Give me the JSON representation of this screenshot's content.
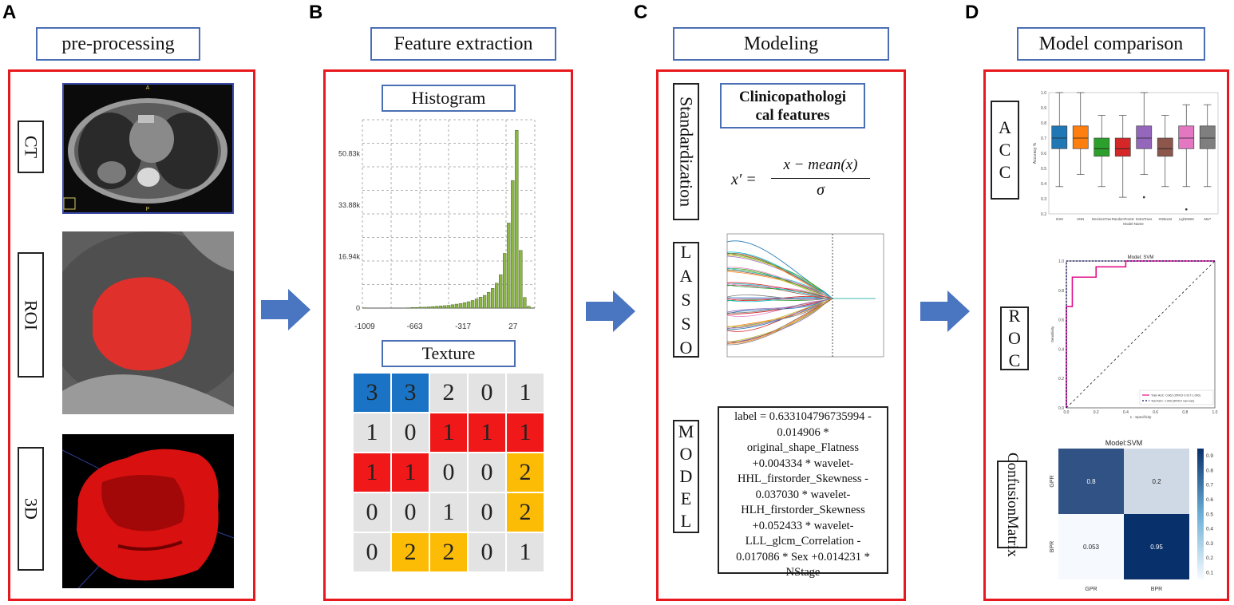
{
  "panels": {
    "a": {
      "letter": "A",
      "title": "pre-processing",
      "labels": [
        "CT",
        "ROI",
        "3D"
      ]
    },
    "b": {
      "letter": "B",
      "title": "Feature extraction",
      "histogram_title": "Histogram",
      "texture_title": "Texture"
    },
    "c": {
      "letter": "C",
      "title": "Modeling",
      "standardization": "Standardization",
      "clin_line1": "Clinicopathologi",
      "clin_line2": "cal features",
      "formula_lhs": "x′ =",
      "formula_num": "x − mean(x)",
      "formula_den": "σ",
      "lasso": [
        "L",
        "A",
        "S",
        "S",
        "O"
      ],
      "model": [
        "M",
        "O",
        "D",
        "E",
        "L"
      ]
    },
    "d": {
      "letter": "D",
      "title": "Model comparison",
      "acc": [
        "A",
        "C",
        "C"
      ],
      "roc": [
        "R",
        "O",
        "C"
      ],
      "cm_line1": "Confusion",
      "cm_line2": "Matrix"
    }
  },
  "model_equation": [
    "label = 0.633104796735994  -",
    "0.014906 *",
    "original_shape_Flatness",
    "+0.004334 * wavelet-",
    "HHL_firstorder_Skewness -",
    "0.037030 * wavelet-",
    "HLH_firstorder_Skewness",
    "+0.052433 * wavelet-",
    "LLL_glcm_Correlation -",
    "0.017086 * Sex +0.014231 *",
    "NStage"
  ],
  "texture": {
    "values": [
      [
        3,
        3,
        2,
        0,
        1
      ],
      [
        1,
        0,
        1,
        1,
        1
      ],
      [
        1,
        1,
        0,
        0,
        2
      ],
      [
        0,
        0,
        1,
        0,
        2
      ],
      [
        0,
        2,
        2,
        0,
        1
      ]
    ],
    "colors": {
      "3": "#1a73c4",
      "1_red": "#f01818",
      "2_yellow": "#fcbc05",
      "default": "#e3e3e3"
    },
    "highlight": [
      [
        "blue",
        "blue",
        "",
        "",
        ""
      ],
      [
        "",
        "",
        "red",
        "red",
        "red"
      ],
      [
        "red",
        "red",
        "",
        "",
        "yellow"
      ],
      [
        "",
        "",
        "",
        "",
        "yellow"
      ],
      [
        "",
        "yellow",
        "yellow",
        "",
        ""
      ]
    ]
  },
  "chart_data": [
    {
      "type": "bar",
      "title": "Histogram",
      "y_ticks": [
        "0",
        "16.94k",
        "33.88k",
        "50.83k"
      ],
      "x_ticks": [
        "-1009",
        "-663",
        "-317",
        "27"
      ],
      "ylim": [
        0,
        62000
      ],
      "bar_color": "#8ab843",
      "values": [
        100,
        0,
        0,
        0,
        0,
        0,
        0,
        0,
        0,
        0,
        0,
        100,
        200,
        200,
        300,
        300,
        400,
        500,
        600,
        700,
        800,
        900,
        1100,
        1300,
        1500,
        1800,
        2100,
        2500,
        3000,
        3600,
        4200,
        5200,
        6500,
        8200,
        11000,
        18000,
        28000,
        42000,
        58500,
        19000,
        3500,
        600,
        100
      ]
    },
    {
      "type": "box",
      "ylabel": "Accuracy %",
      "xlabel": "Model Name",
      "ylim": [
        0.2,
        1.0
      ],
      "y_ticks": [
        "0.2",
        "0.3",
        "0.4",
        "0.5",
        "0.6",
        "0.7",
        "0.8",
        "0.9",
        "1.0"
      ],
      "categories": [
        "SVM",
        "KNN",
        "DecisionTree",
        "RandomForest",
        "ExtraTrees",
        "XGBoost",
        "LightGBM",
        "MLP"
      ],
      "colors": [
        "#1f77b4",
        "#ff7f0e",
        "#2ca02c",
        "#d62728",
        "#9467bd",
        "#8c564b",
        "#e377c2",
        "#7f7f7f"
      ],
      "boxes": [
        {
          "min": 0.38,
          "q1": 0.63,
          "median": 0.7,
          "q3": 0.78,
          "max": 1.0
        },
        {
          "min": 0.46,
          "q1": 0.63,
          "median": 0.7,
          "q3": 0.78,
          "max": 1.0
        },
        {
          "min": 0.38,
          "q1": 0.58,
          "median": 0.63,
          "q3": 0.7,
          "max": 0.85
        },
        {
          "min": 0.31,
          "q1": 0.58,
          "median": 0.63,
          "q3": 0.7,
          "max": 0.85
        },
        {
          "min": 0.46,
          "q1": 0.63,
          "median": 0.7,
          "q3": 0.78,
          "max": 1.0,
          "outliers": [
            0.31
          ]
        },
        {
          "min": 0.38,
          "q1": 0.58,
          "median": 0.63,
          "q3": 0.7,
          "max": 0.85
        },
        {
          "min": 0.38,
          "q1": 0.63,
          "median": 0.7,
          "q3": 0.78,
          "max": 0.92,
          "outliers": [
            0.23
          ]
        },
        {
          "min": 0.38,
          "q1": 0.63,
          "median": 0.7,
          "q3": 0.78,
          "max": 0.92
        }
      ]
    },
    {
      "type": "line",
      "title": "Model: SVM",
      "xlabel": "1 - Specificity",
      "ylabel": "Sensitivity",
      "xlim": [
        0,
        1
      ],
      "ylim": [
        0,
        1
      ],
      "x_ticks": [
        "0.0",
        "0.2",
        "0.4",
        "0.6",
        "0.8",
        "1.0"
      ],
      "y_ticks": [
        "0.0",
        "0.2",
        "0.4",
        "0.6",
        "0.8",
        "1.0"
      ],
      "series": [
        {
          "name": "Train AUC: 0.962 (95%CI 0.917-1.000)",
          "color": "#e0118a",
          "x": [
            0,
            0,
            0.04,
            0.04,
            0.2,
            0.2,
            0.4,
            0.4,
            1
          ],
          "y": [
            0,
            0.69,
            0.69,
            0.89,
            0.89,
            0.96,
            0.96,
            1,
            1
          ]
        },
        {
          "name": "Test AUC: 1.000 (95%CI nan-nan)",
          "color": "#0b0b60",
          "x": [
            0,
            0,
            1
          ],
          "y": [
            0,
            1,
            1
          ]
        }
      ]
    },
    {
      "type": "heatmap",
      "title": "Model:SVM",
      "row_labels": [
        "GPR",
        "BPR"
      ],
      "col_labels": [
        "GPR",
        "BPR"
      ],
      "cells": [
        [
          "0.8",
          "0.2"
        ],
        [
          "0.053",
          "0.95"
        ]
      ],
      "values": [
        [
          0.8,
          0.2
        ],
        [
          0.053,
          0.95
        ]
      ],
      "colorbar_ticks": [
        "0.1",
        "0.2",
        "0.3",
        "0.4",
        "0.5",
        "0.6",
        "0.7",
        "0.8",
        "0.9"
      ]
    }
  ]
}
